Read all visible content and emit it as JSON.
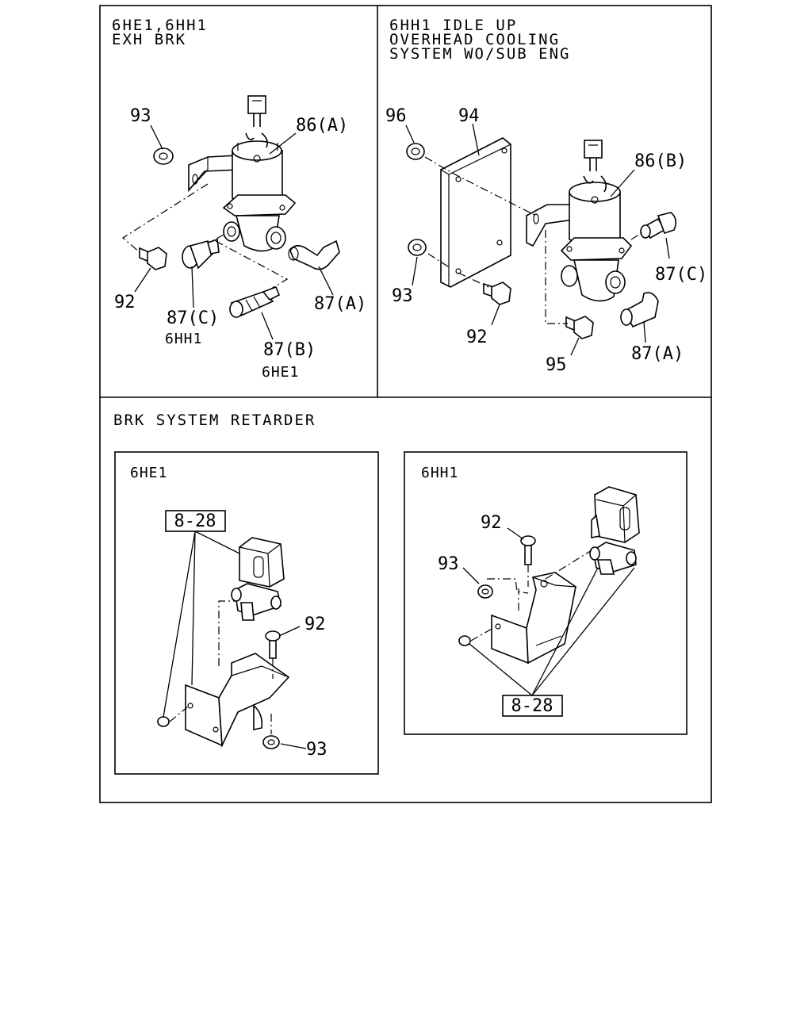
{
  "panels": {
    "exh_brk": {
      "title_line1": "6HE1,6HH1",
      "title_line2": "EXH BRK",
      "labels": {
        "p93": "93",
        "p86a": "86(A)",
        "p92": "92",
        "p87c": "87(C)",
        "p87c_note": "6HH1",
        "p87a": "87(A)",
        "p87b": "87(B)",
        "p87b_note": "6HE1"
      }
    },
    "idle_up": {
      "title_line1": "6HH1 IDLE UP",
      "title_line2": "OVERHEAD COOLING",
      "title_line3": "SYSTEM WO/SUB ENG",
      "labels": {
        "p96": "96",
        "p94": "94",
        "p86b": "86(B)",
        "p87c": "87(C)",
        "p93": "93",
        "p92": "92",
        "p95": "95",
        "p87a": "87(A)"
      }
    },
    "retarder": {
      "title": "BRK SYSTEM RETARDER",
      "left": {
        "title": "6HE1",
        "ref": "8-28",
        "p92": "92",
        "p93": "93"
      },
      "right": {
        "title": "6HH1",
        "ref": "8-28",
        "p92": "92",
        "p93": "93"
      }
    }
  }
}
